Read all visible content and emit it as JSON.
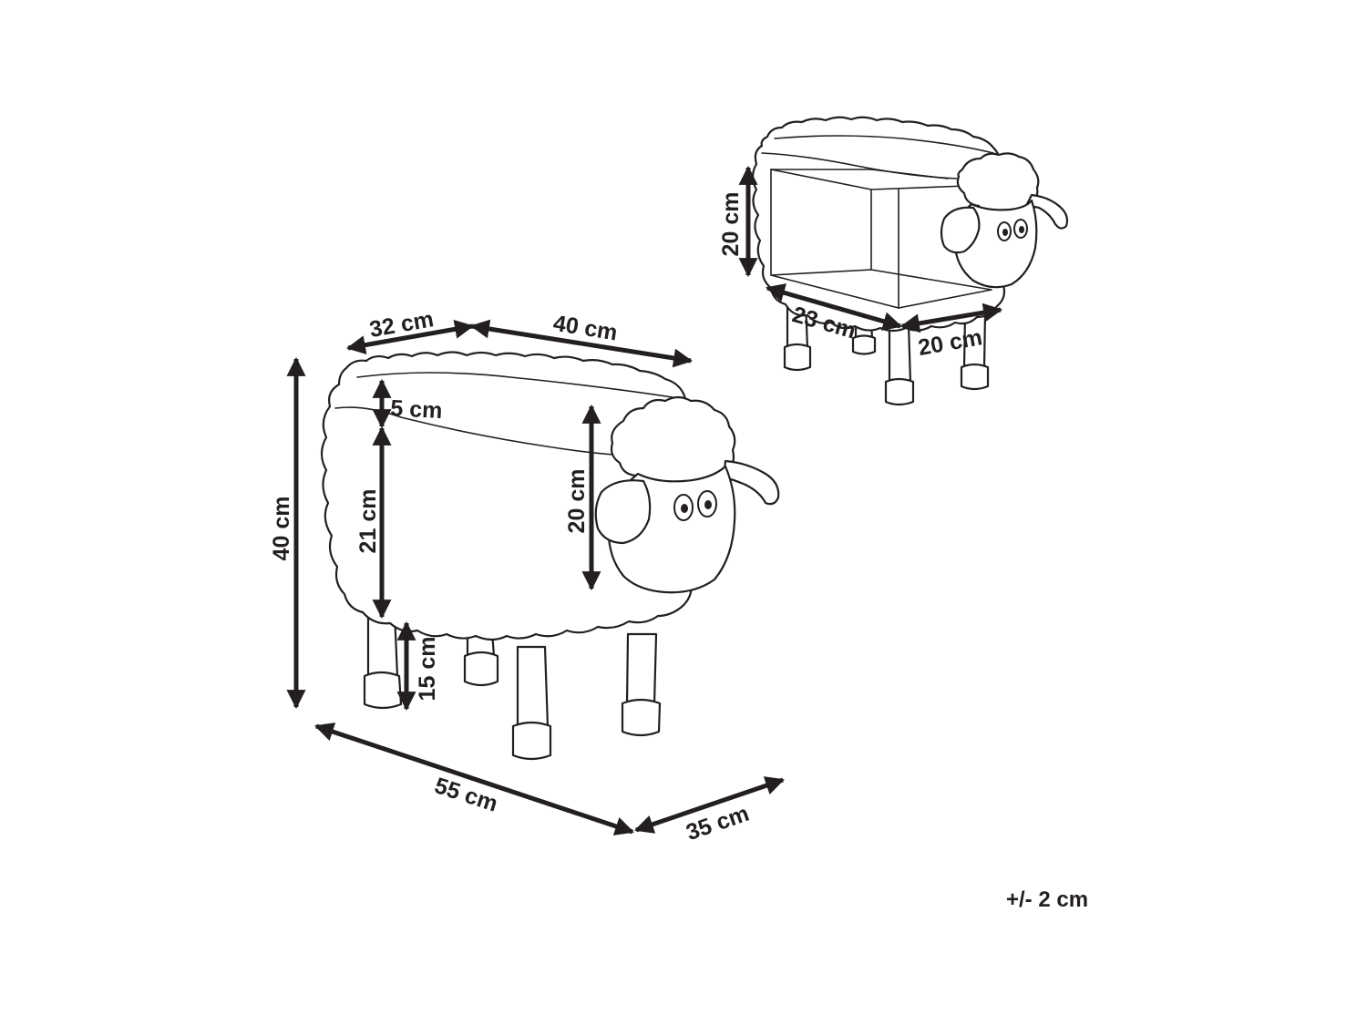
{
  "dimensions": {
    "main": {
      "top_depth": "32 cm",
      "top_length": "40 cm",
      "lid_height": "5 cm",
      "body_height": "21 cm",
      "head_height": "20 cm",
      "total_height": "40 cm",
      "leg_height": "15 cm",
      "total_length": "55 cm",
      "total_width": "35 cm"
    },
    "storage": {
      "height": "20 cm",
      "length": "23 cm",
      "width": "20 cm"
    }
  },
  "tolerance": "+/- 2 cm"
}
